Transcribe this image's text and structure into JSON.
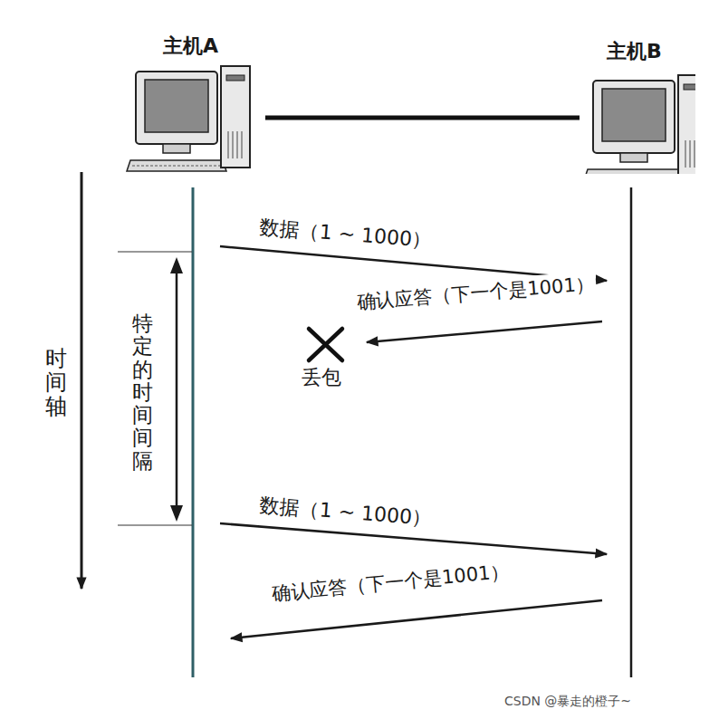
{
  "diagram": {
    "nodes": [
      {
        "text": [
          "主机A"
        ]
      },
      {
        "text": [
          "主机B"
        ]
      }
    ],
    "edges": [
      {
        "from": 0,
        "to": 1,
        "arrow": "none"
      }
    ],
    "labels": [
      "数据（1 ~ 1000）",
      "确认应答（下一个是1001）",
      "丢包",
      "时间轴",
      "特定的时间间隔",
      "数据（1 ~ 1000）",
      "确认应答（下一个是1001）",
      "CSDN @暴走的橙子~"
    ]
  }
}
